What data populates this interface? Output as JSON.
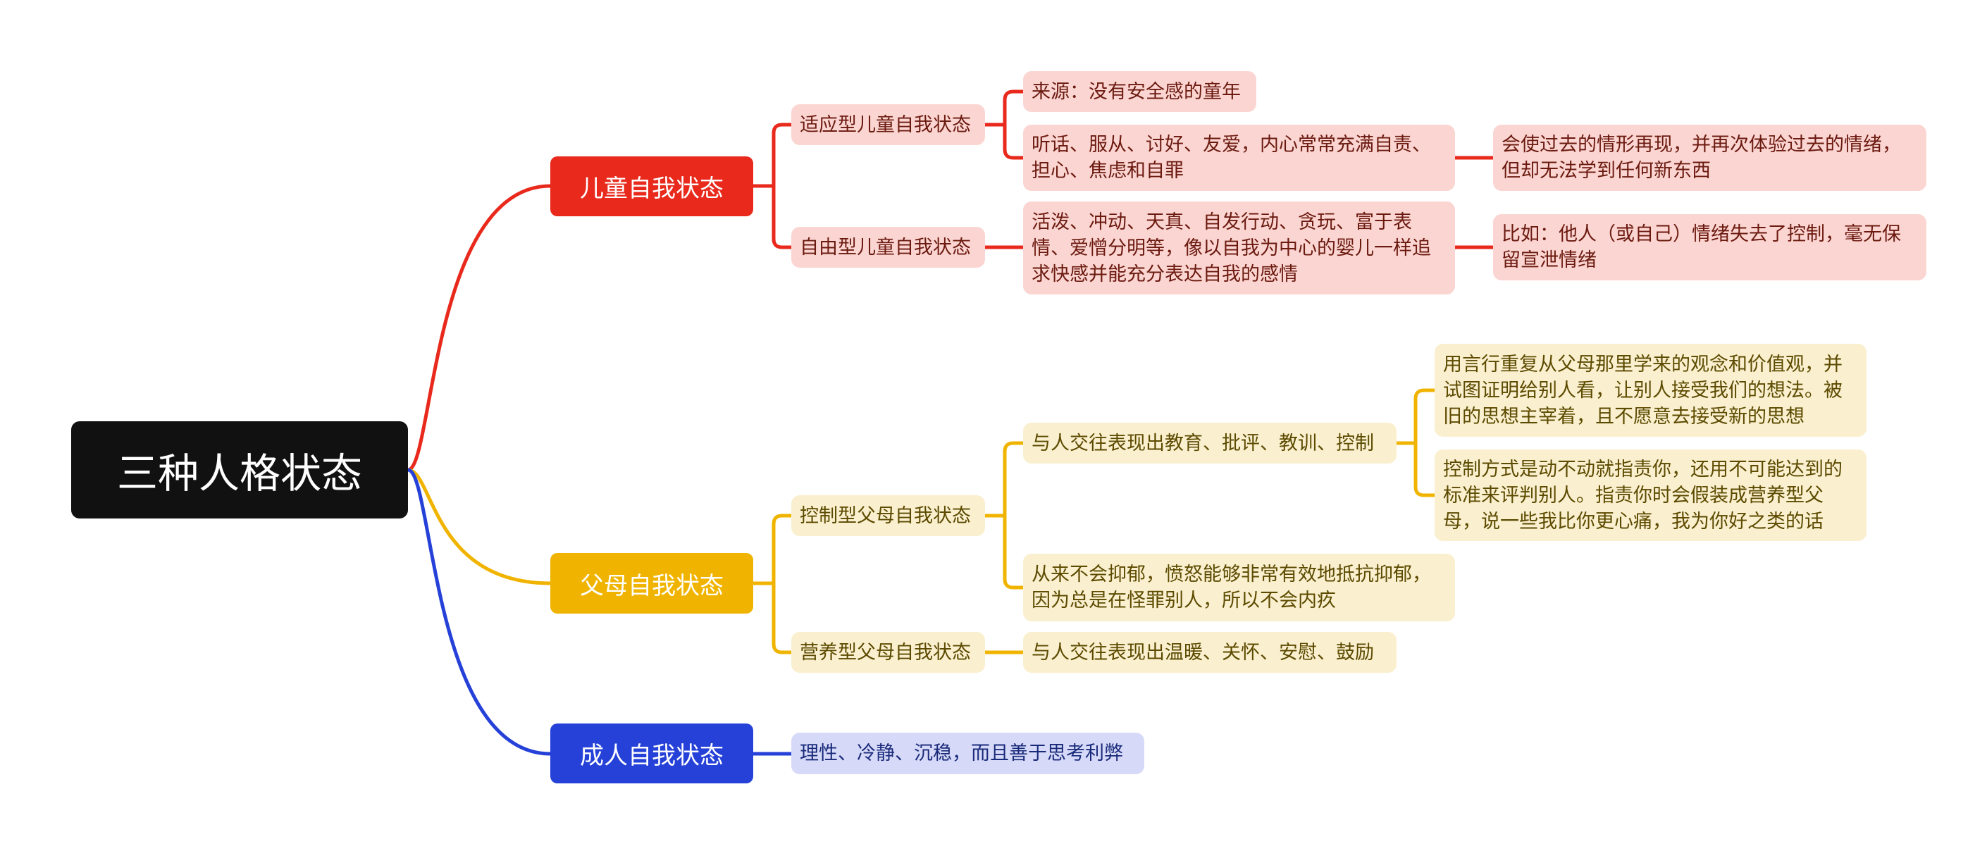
{
  "root": {
    "label": "三种人格状态"
  },
  "colors": {
    "child": "#e8291c",
    "parent": "#f0b400",
    "adult": "#2541d8",
    "root": "#111111"
  },
  "child": {
    "label": "儿童自我状态",
    "adaptive": {
      "label": "适应型儿童自我状态",
      "source": "来源：没有安全感的童年",
      "traits": "听话、服从、讨好、友爱，内心常常充满自责、担心、焦虑和自罪",
      "effect": "会使过去的情形再现，并再次体验过去的情绪，但却无法学到任何新东西"
    },
    "free": {
      "label": "自由型儿童自我状态",
      "traits": "活泼、冲动、天真、自发行动、贪玩、富于表情、爱憎分明等，像以自我为中心的婴儿一样追求快感并能充分表达自我的感情",
      "example": "比如：他人（或自己）情绪失去了控制，毫无保留宣泄情绪"
    }
  },
  "parent": {
    "label": "父母自我状态",
    "controlling": {
      "label": "控制型父母自我状态",
      "behavior": "与人交往表现出教育、批评、教训、控制",
      "detail1": "用言行重复从父母那里学来的观念和价值观，并试图证明给别人看，让别人接受我们的想法。被旧的思想主宰着，且不愿意去接受新的思想",
      "detail2": "控制方式是动不动就指责你，还用不可能达到的标准来评判别人。指责你时会假装成营养型父母，说一些我比你更心痛，我为你好之类的话",
      "depression": "从来不会抑郁，愤怒能够非常有效地抵抗抑郁，因为总是在怪罪别人，所以不会内疚"
    },
    "nurturing": {
      "label": "营养型父母自我状态",
      "behavior": "与人交往表现出温暖、关怀、安慰、鼓励"
    }
  },
  "adult": {
    "label": "成人自我状态",
    "traits": "理性、冷静、沉稳，而且善于思考利弊"
  }
}
